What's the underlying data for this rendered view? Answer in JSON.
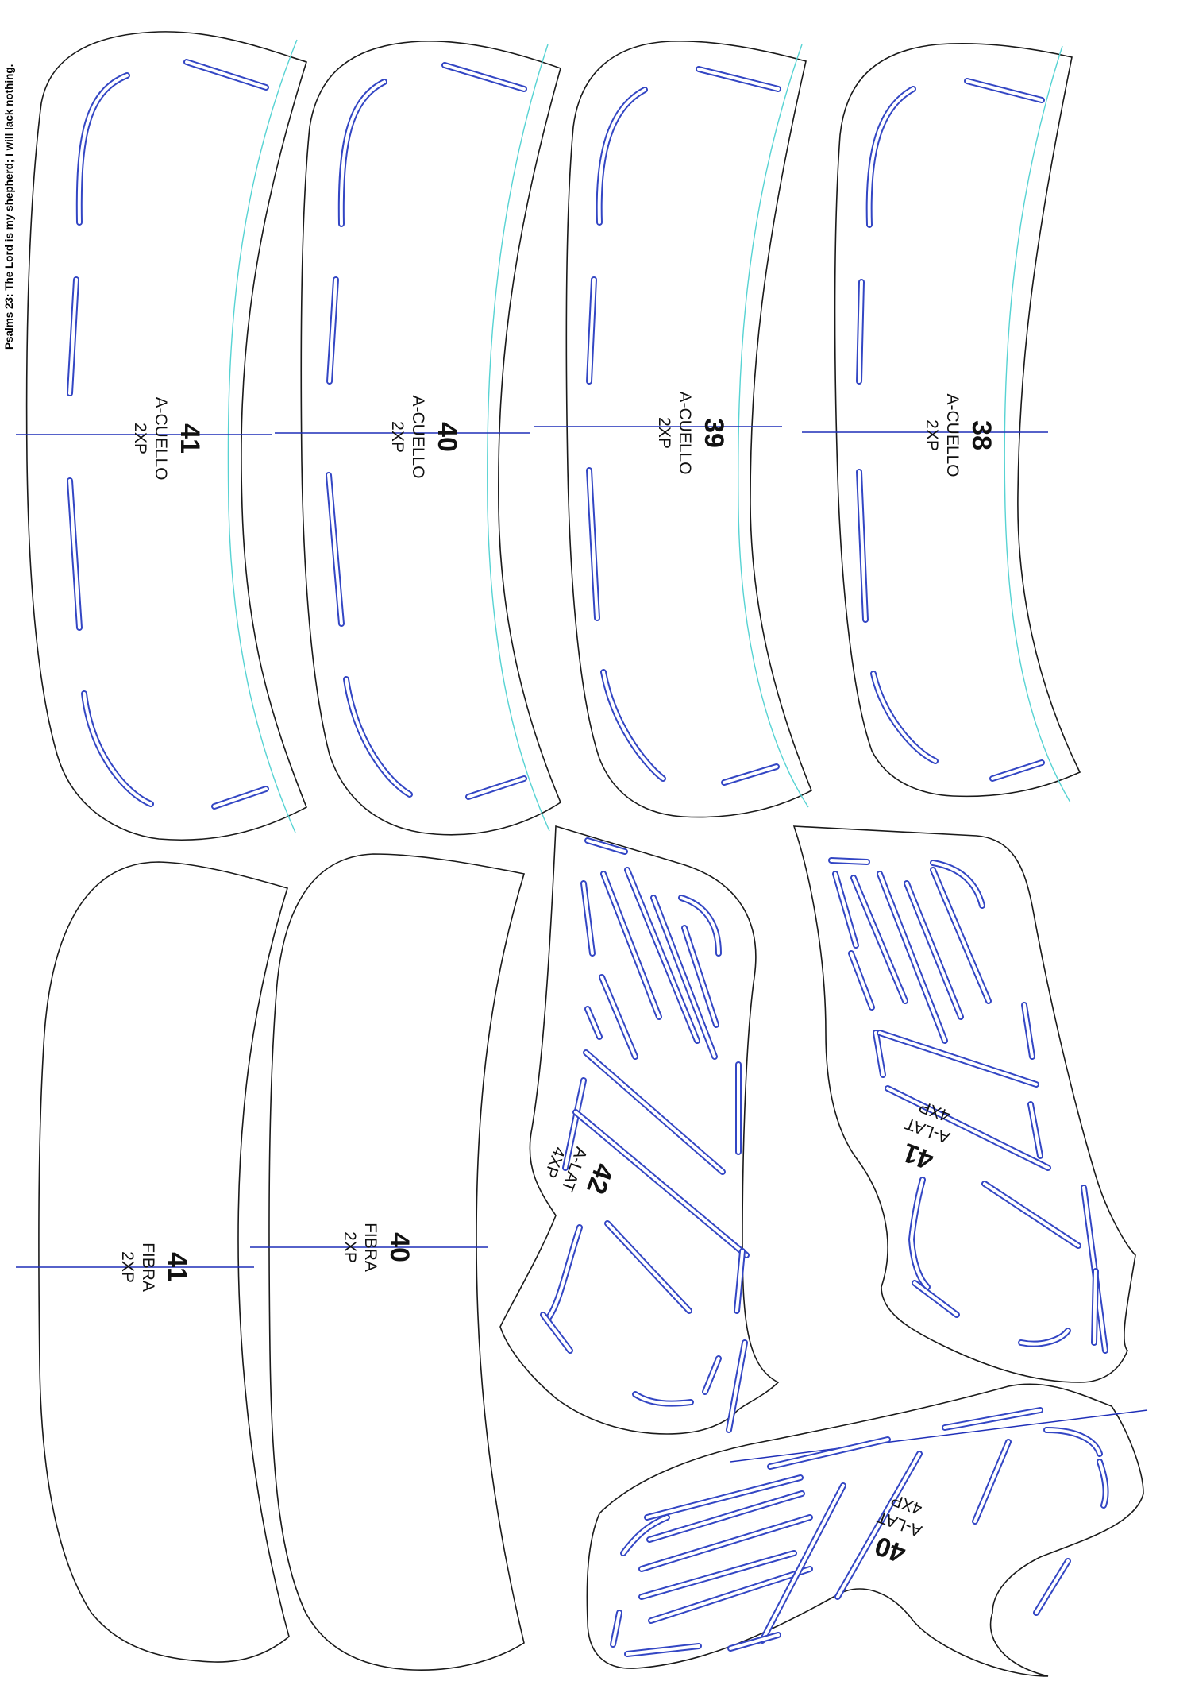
{
  "header": {
    "verse": "Psalms 23: The Lord is my shepherd; I will lack nothing."
  },
  "pieces": {
    "cuello_41": {
      "number": "41",
      "name": "A-CUELLO",
      "qty": "2XP"
    },
    "cuello_40": {
      "number": "40",
      "name": "A-CUELLO",
      "qty": "2XP"
    },
    "cuello_39": {
      "number": "39",
      "name": "A-CUELLO",
      "qty": "2XP"
    },
    "cuello_38": {
      "number": "38",
      "name": "A-CUELLO",
      "qty": "2XP"
    },
    "fibra_41": {
      "number": "41",
      "name": "FIBRA",
      "qty": "2XP"
    },
    "fibra_40": {
      "number": "40",
      "name": "FIBRA",
      "qty": "2XP"
    },
    "lat_42": {
      "number": "42",
      "name": "A-LAT",
      "qty": "4XP"
    },
    "lat_41": {
      "number": "41",
      "name": "A-LAT",
      "qty": "4XP"
    },
    "lat_40": {
      "number": "40",
      "name": "A-LAT",
      "qty": "4XP"
    }
  },
  "colors": {
    "outline": "#1a1a1a",
    "seam_line": "#57d3d3",
    "grain_line": "#1f2fb8",
    "stitch_slot": "#3346c4"
  }
}
